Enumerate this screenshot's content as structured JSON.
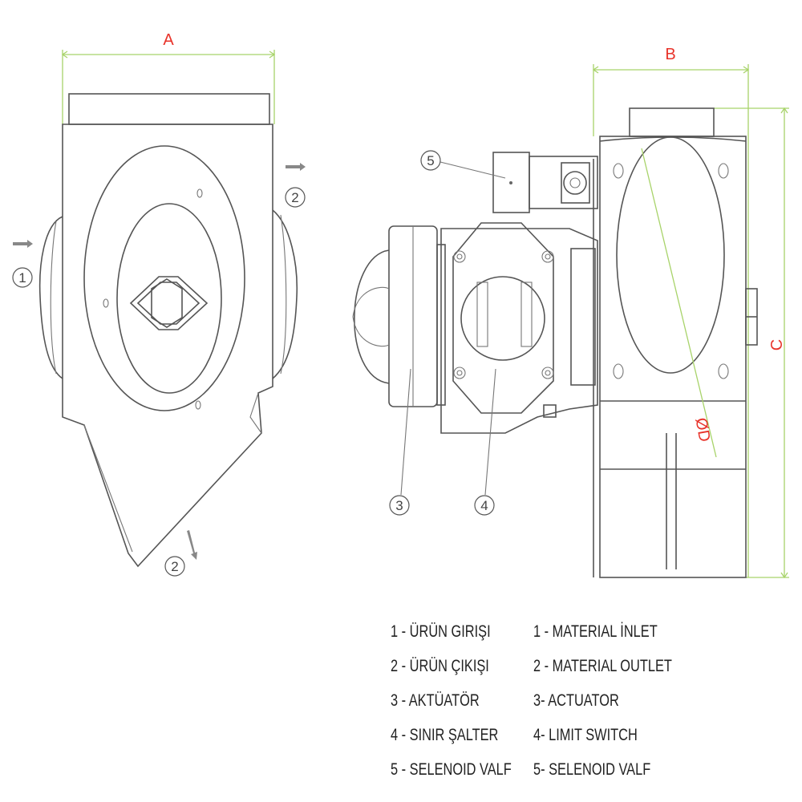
{
  "dimensions": {
    "a": "A",
    "b": "B",
    "c": "C",
    "d": "ØD"
  },
  "callouts": {
    "left_inlet": "1",
    "left_outlet_side": "2",
    "left_outlet_bottom": "2",
    "actuator": "3",
    "limit_switch": "4",
    "solenoid": "5"
  },
  "legend": {
    "turkish": [
      "1 - ÜRÜN GIRIŞI",
      "2 - ÜRÜN ÇIKIŞI",
      "3 - AKTÜATÖR",
      "4 - SINIR ŞALTER",
      "5 - SELENOID VALF"
    ],
    "english": [
      "1 - MATERIAL İNLET",
      "2 - MATERIAL OUTLET",
      "3- ACTUATOR",
      "4- LIMIT SWITCH",
      "5- SELENOID VALF"
    ]
  },
  "colors": {
    "dimension_line": "#a8d36a",
    "dimension_label": "#e8332a",
    "outline": "#555555"
  }
}
